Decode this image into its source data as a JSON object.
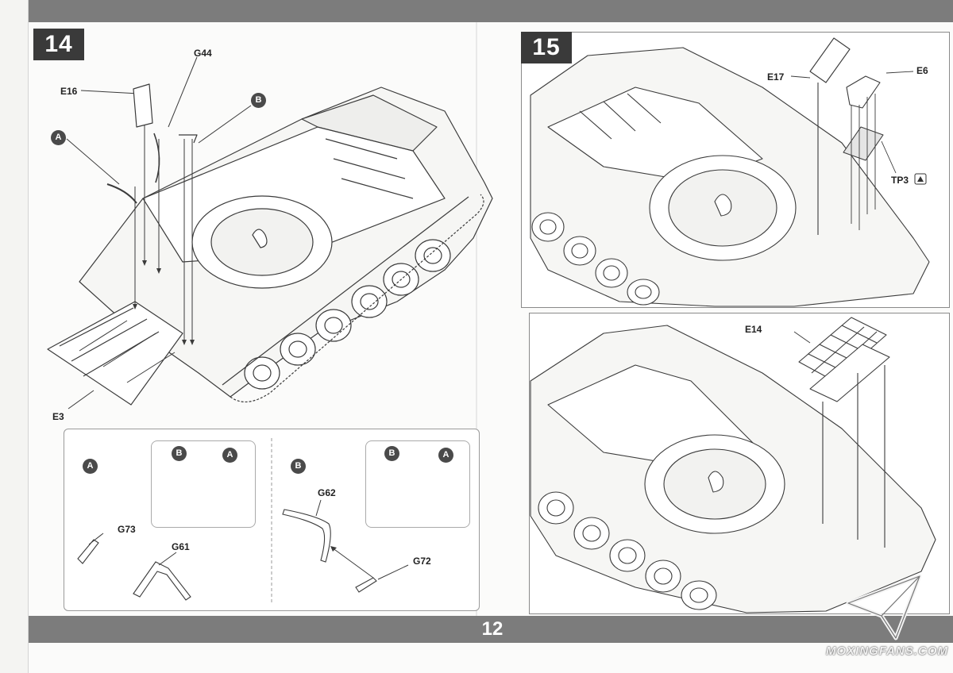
{
  "page": {
    "number": "12"
  },
  "step14": {
    "badge": "14",
    "labels": {
      "g44": "G44",
      "e16": "E16",
      "e3": "E3",
      "a": "A",
      "b": "B"
    },
    "subassembly": {
      "a": {
        "marker": "A",
        "g73": "G73",
        "g61": "G61",
        "inset_b": "B",
        "inset_a": "A"
      },
      "b": {
        "marker": "B",
        "g62": "G62",
        "g72": "G72",
        "inset_b": "B",
        "inset_a": "A"
      }
    }
  },
  "step15": {
    "badge": "15",
    "upper": {
      "e17": "E17",
      "e6": "E6",
      "tp3": "TP3"
    },
    "lower": {
      "e14": "E14"
    }
  },
  "watermark": {
    "text": "MOXINGFANS.COM"
  },
  "icons": [
    "logo-paper-plane-icon",
    "tp3-photoetch-icon"
  ],
  "colors": {
    "band": "#7c7c7c",
    "badge": "#3a3a3a",
    "line": "#3b3b3b",
    "paper": "#fbfbfa"
  }
}
